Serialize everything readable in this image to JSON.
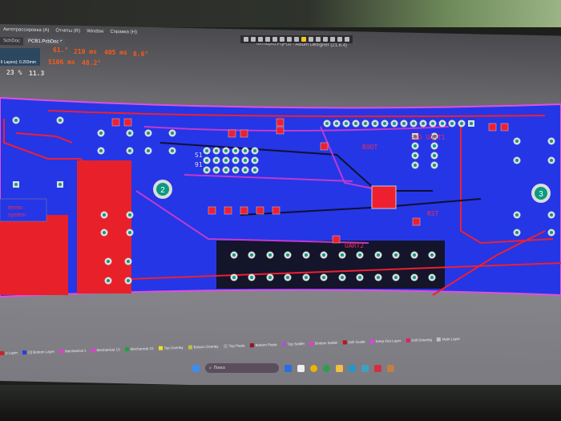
{
  "app": {
    "title": "termopro.PrjPcb - Altium Designer (21.6.4)"
  },
  "menu": [
    "Автотрассировка (A)",
    "Отчеты (R)",
    "Window",
    "Справка (H)"
  ],
  "tabs": [
    "SchDoc",
    "PCB1.PcbDoc *"
  ],
  "hud": {
    "status": "ll Layers): 0.203mm",
    "values": [
      "61.°",
      "210 ms",
      "405 ms",
      "8.6°",
      "5106 ms",
      "48.2°",
      "23 %",
      "11.3"
    ]
  },
  "board": {
    "labels": {
      "logo_line1": "termo",
      "logo_line2": "system",
      "boot": "BOOT",
      "swd": "SWD UART1",
      "rst": "RST",
      "uart2": "UART2",
      "s1": "S1",
      "s91": "91",
      "hole2": "2",
      "hole3": "3"
    }
  },
  "layers": [
    {
      "name": "p Layer",
      "color": "#d0201f"
    },
    {
      "name": "[2] Bottom Layer",
      "color": "#2340e0"
    },
    {
      "name": "Mechanical 1",
      "color": "#e040d0"
    },
    {
      "name": "Mechanical 13",
      "color": "#e040d0"
    },
    {
      "name": "Mechanical 15",
      "color": "#20a040"
    },
    {
      "name": "Top Overlay",
      "color": "#f0e020"
    },
    {
      "name": "Bottom Overlay",
      "color": "#c0c040"
    },
    {
      "name": "Top Paste",
      "color": "#999999"
    },
    {
      "name": "Bottom Paste",
      "color": "#a01020"
    },
    {
      "name": "Top Solder",
      "color": "#b050d0"
    },
    {
      "name": "Bottom Solder",
      "color": "#e040d0"
    },
    {
      "name": "Drill Guide",
      "color": "#c01020"
    },
    {
      "name": "Keep-Out Layer",
      "color": "#e040e0"
    },
    {
      "name": "Drill Drawing",
      "color": "#e02060"
    },
    {
      "name": "Multi-Layer",
      "color": "#c0c0c0"
    }
  ],
  "taskbar": {
    "search_placeholder": "Поиск"
  }
}
